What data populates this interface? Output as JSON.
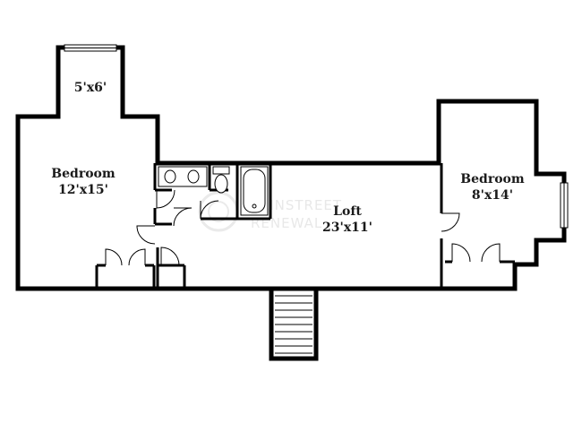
{
  "rooms": {
    "small_room": {
      "name": "",
      "dims": "5'x6'"
    },
    "bedroom_left": {
      "name": "Bedroom",
      "dims": "12'x15'"
    },
    "loft": {
      "name": "Loft",
      "dims": "23'x11'"
    },
    "bedroom_right": {
      "name": "Bedroom",
      "dims": "8'x14'"
    }
  },
  "watermark": {
    "line1": "MAINSTREET",
    "line2": "RENEWAL"
  },
  "colors": {
    "wall": "#000000",
    "background": "#ffffff",
    "watermark": "#e6e6e6"
  }
}
